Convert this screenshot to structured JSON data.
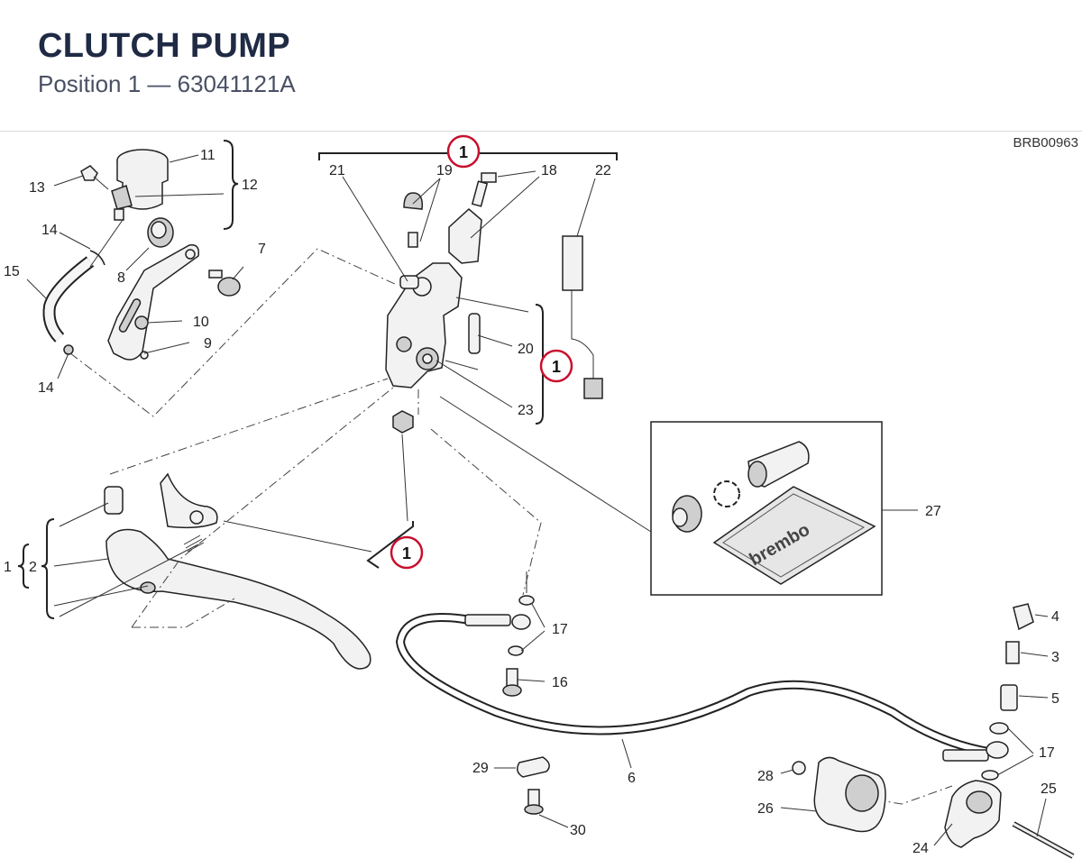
{
  "header": {
    "title": "CLUTCH PUMP",
    "subtitle": "Position 1 — 63041121A"
  },
  "diagram_ref": "BRB00963",
  "highlight_color": "#c8102e",
  "callouts": {
    "top_group": "1",
    "right_group": "1",
    "lever_group": "1"
  },
  "labels": {
    "n1": "1",
    "n2": "2",
    "n3": "3",
    "n4": "4",
    "n5": "5",
    "n6": "6",
    "n7": "7",
    "n8": "8",
    "n9": "9",
    "n10": "10",
    "n11": "11",
    "n12": "12",
    "n13": "13",
    "n14a": "14",
    "n14b": "14",
    "n15": "15",
    "n16": "16",
    "n17a": "17",
    "n17b": "17",
    "n18": "18",
    "n19": "19",
    "n20": "20",
    "n21": "21",
    "n22": "22",
    "n23": "23",
    "n24": "24",
    "n25": "25",
    "n26": "26",
    "n27": "27",
    "n28": "28",
    "n29": "29",
    "n30": "30"
  },
  "kit_logo": "brembo"
}
